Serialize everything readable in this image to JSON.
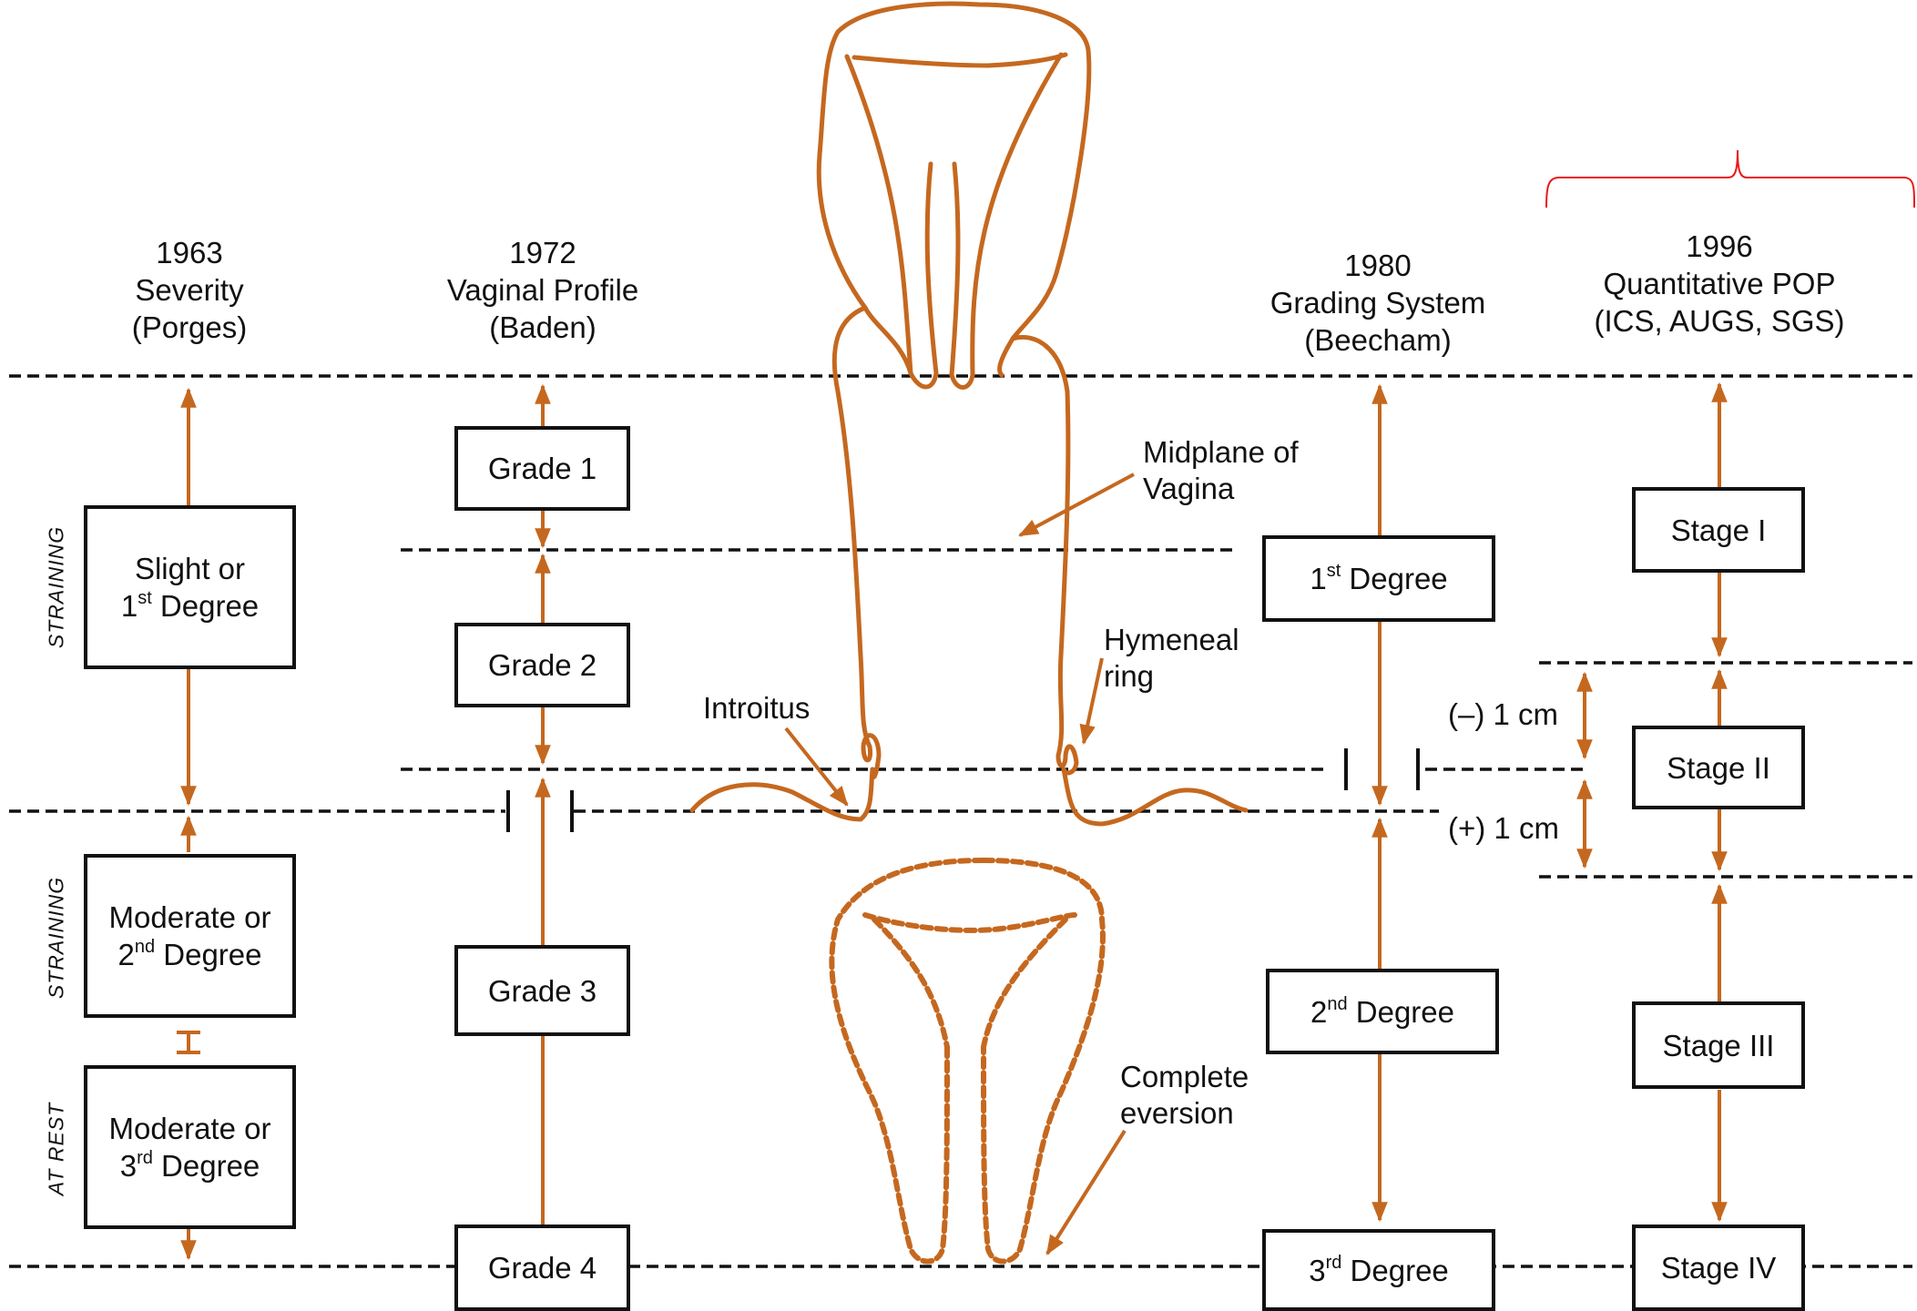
{
  "headers": {
    "porges": [
      "1963",
      "Severity",
      "(Porges)"
    ],
    "baden": [
      "1972",
      "Vaginal Profile",
      "(Baden)"
    ],
    "beecham": [
      "1980",
      "Grading System",
      "(Beecham)"
    ],
    "popq": [
      "1996",
      "Quantitative POP",
      "(ICS, AUGS, SGS)"
    ]
  },
  "porges_boxes": {
    "first": {
      "line1": "Slight or",
      "prefix": "1",
      "sup": "st",
      "suffix": " Degree"
    },
    "second": {
      "line1": "Moderate or",
      "prefix": "2",
      "sup": "nd",
      "suffix": " Degree"
    },
    "third": {
      "line1": "Moderate or",
      "prefix": "3",
      "sup": "rd",
      "suffix": " Degree"
    }
  },
  "side_labels": {
    "straining_1": "STRAINING",
    "straining_2": "STRAINING",
    "at_rest": "AT REST"
  },
  "baden_boxes": [
    "Grade 1",
    "Grade 2",
    "Grade 3",
    "Grade 4"
  ],
  "beecham_boxes": {
    "first": {
      "prefix": "1",
      "sup": "st",
      "suffix": " Degree"
    },
    "second": {
      "prefix": "2",
      "sup": "nd",
      "suffix": " Degree"
    },
    "third": {
      "prefix": "3",
      "sup": "rd",
      "suffix": " Degree"
    }
  },
  "popq_boxes": [
    "Stage I",
    "Stage II",
    "Stage III",
    "Stage IV"
  ],
  "annotations": {
    "midplane": [
      "Midplane of",
      "Vagina"
    ],
    "hymeneal": [
      "Hymeneal",
      "ring"
    ],
    "introitus": "Introitus",
    "eversion": [
      "Complete",
      "eversion"
    ],
    "minus_cm": "(–) 1 cm",
    "plus_cm": "(+) 1 cm"
  },
  "colors": {
    "accent": "#c5681f",
    "ink": "#111111",
    "bracket": "#e8191c"
  }
}
